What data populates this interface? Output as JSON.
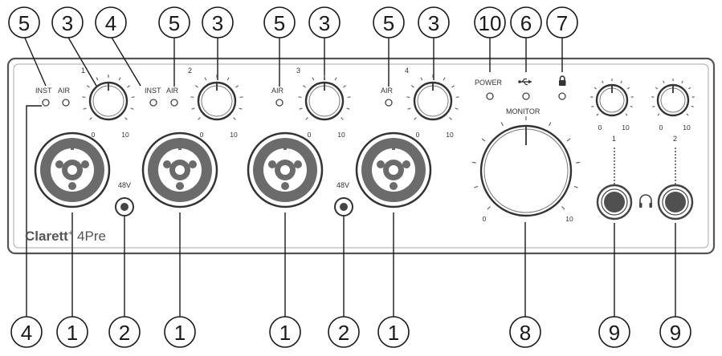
{
  "device": {
    "brand": "Clarett",
    "brand_suffix": "+",
    "model": " 4Pre"
  },
  "panel_labels": {
    "inst_1": "INST",
    "air_1": "AIR",
    "inst_2": "INST",
    "air_2": "AIR",
    "air_3": "AIR",
    "air_4": "AIR",
    "ch1": "1",
    "ch2": "2",
    "ch3": "3",
    "ch4": "4",
    "phantom_a": "48V",
    "phantom_b": "48V",
    "power": "POWER",
    "monitor": "MONITOR",
    "hp1": "1",
    "hp2": "2"
  },
  "scales": {
    "min": "0",
    "max": "10"
  },
  "callouts": {
    "top": [
      "5",
      "3",
      "4",
      "5",
      "3",
      "5",
      "3",
      "5",
      "3",
      "10",
      "6",
      "7"
    ],
    "bottom": [
      "4",
      "1",
      "2",
      "1",
      "1",
      "2",
      "1",
      "8",
      "9",
      "9"
    ]
  }
}
